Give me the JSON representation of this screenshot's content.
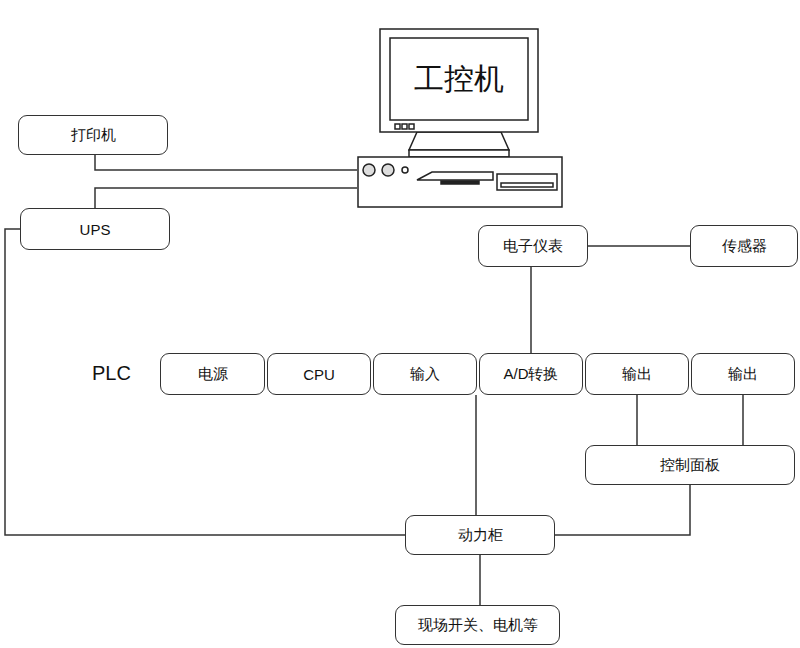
{
  "diagram": {
    "nodes": [
      {
        "text": [
          "工控机"
        ]
      },
      {
        "text": [
          "打印机"
        ]
      },
      {
        "text": [
          "UPS"
        ]
      },
      {
        "text": [
          "电子仪表"
        ]
      },
      {
        "text": [
          "传感器"
        ]
      },
      {
        "text": [
          "电源"
        ]
      },
      {
        "text": [
          "CPU"
        ]
      },
      {
        "text": [
          "输入"
        ]
      },
      {
        "text": [
          "A/D转换"
        ]
      },
      {
        "text": [
          "输出"
        ]
      },
      {
        "text": [
          "输出"
        ]
      },
      {
        "text": [
          "控制面板"
        ]
      },
      {
        "text": [
          "动力柜"
        ]
      },
      {
        "text": [
          "现场开关、电机等"
        ]
      }
    ],
    "edges": [
      {
        "from": 1,
        "to": 0,
        "arrow": "none"
      },
      {
        "from": 2,
        "to": 0,
        "arrow": "none"
      },
      {
        "from": 2,
        "to": 12,
        "arrow": "none"
      },
      {
        "from": 3,
        "to": 4,
        "arrow": "none"
      },
      {
        "from": 3,
        "to": 8,
        "arrow": "none"
      },
      {
        "from": 7,
        "to": 12,
        "arrow": "none"
      },
      {
        "from": 9,
        "to": 11,
        "arrow": "none"
      },
      {
        "from": 10,
        "to": 11,
        "arrow": "none"
      },
      {
        "from": 11,
        "to": 12,
        "arrow": "none"
      },
      {
        "from": 12,
        "to": 13,
        "arrow": "none"
      }
    ],
    "labels": [
      "PLC"
    ]
  }
}
